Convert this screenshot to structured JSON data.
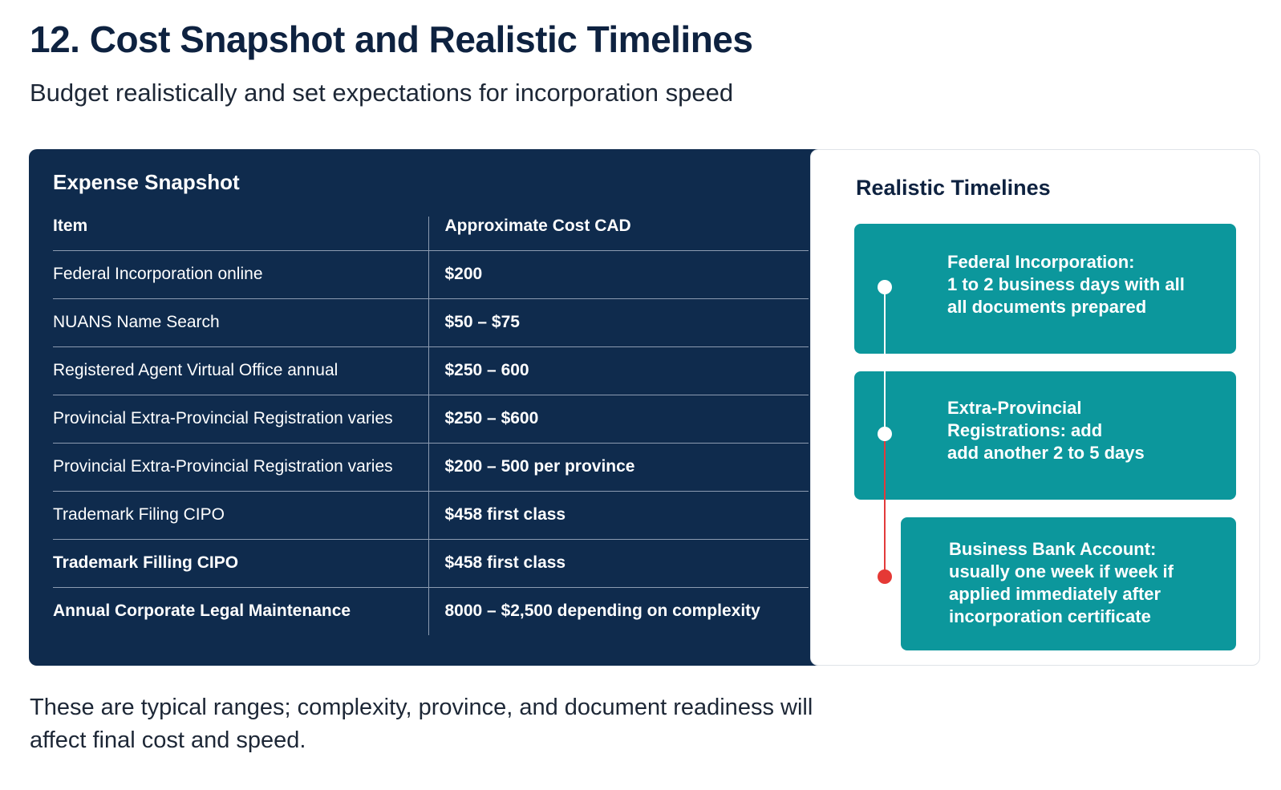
{
  "header": {
    "title": "12. Cost Snapshot and Realistic Timelines",
    "subtitle": "Budget realistically and set expectations for incorporation speed"
  },
  "expense": {
    "title": "Expense Snapshot",
    "columns": [
      "Item",
      "Approximate Cost CAD"
    ],
    "rows": [
      {
        "item": "Federal Incorporation online",
        "cost": "$200"
      },
      {
        "item": "NUANS Name Search",
        "cost": "$50 – $75"
      },
      {
        "item": "Registered Agent Virtual Office annual",
        "cost": "$250 – 600"
      },
      {
        "item": "Provincial Extra-Provincial Registration varies",
        "cost": "$250 – $600"
      },
      {
        "item": "Provincial Extra-Provincial Registration varies",
        "cost": "$200 – 500 per province"
      },
      {
        "item": "Trademark Filing CIPO",
        "cost": "$458 first class"
      },
      {
        "item": "Trademark Filling CIPO",
        "cost": "$458 first class"
      },
      {
        "item": "Annual Corporate Legal Maintenance",
        "cost": "8000 – $2,500 depending on complexity"
      }
    ]
  },
  "timelines": {
    "title": "Realistic Timelines",
    "cards": [
      {
        "lines": [
          "Federal Incorporation:",
          "1 to 2 business days with all",
          "all documents prepared"
        ]
      },
      {
        "lines": [
          "Extra-Provincial",
          "Registrations: add",
          "add another 2 to 5 days"
        ]
      },
      {
        "lines": [
          "Business Bank Account:",
          "usually one week if week if",
          "applied immediately after",
          "incorporation certificate"
        ]
      }
    ],
    "colors": {
      "card": "#0c979c",
      "dot_active": "#ffffff",
      "dot_alert": "#e53935"
    }
  },
  "footer": {
    "note": "These are typical ranges; complexity, province, and document readiness will affect final cost and speed."
  }
}
